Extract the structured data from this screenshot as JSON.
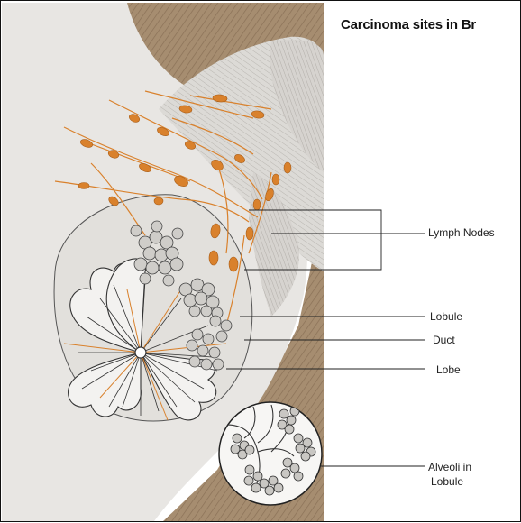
{
  "title": "Carcinoma sites in Br",
  "labels": {
    "lymph_nodes": "Lymph Nodes",
    "lobule": "Lobule",
    "duct": "Duct",
    "lobe": "Lobe",
    "alveoli_line1": "Alveoli in",
    "alveoli_line2": "Lobule"
  },
  "colors": {
    "skin": "#e6e4e1",
    "background_brown": "#a38a6e",
    "lymph_orange": "#d9812c",
    "ink": "#3a3a3a"
  }
}
